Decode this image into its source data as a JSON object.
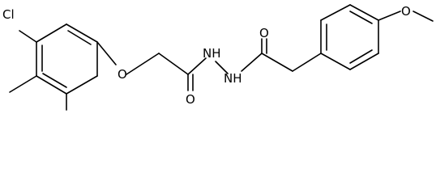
{
  "molecule": {
    "atoms": {
      "chlorine": "Cl",
      "ether_oxygen": "O",
      "carbonyl_oxygen_left": "O",
      "hydrazide_nitrogen_left": "NH",
      "hydrazide_nitrogen_right": "NH",
      "carbonyl_oxygen_right": "O",
      "methoxy_oxygen": "O"
    }
  },
  "colors": {
    "bond": "#000000",
    "label": "#000000",
    "background": "#ffffff"
  }
}
